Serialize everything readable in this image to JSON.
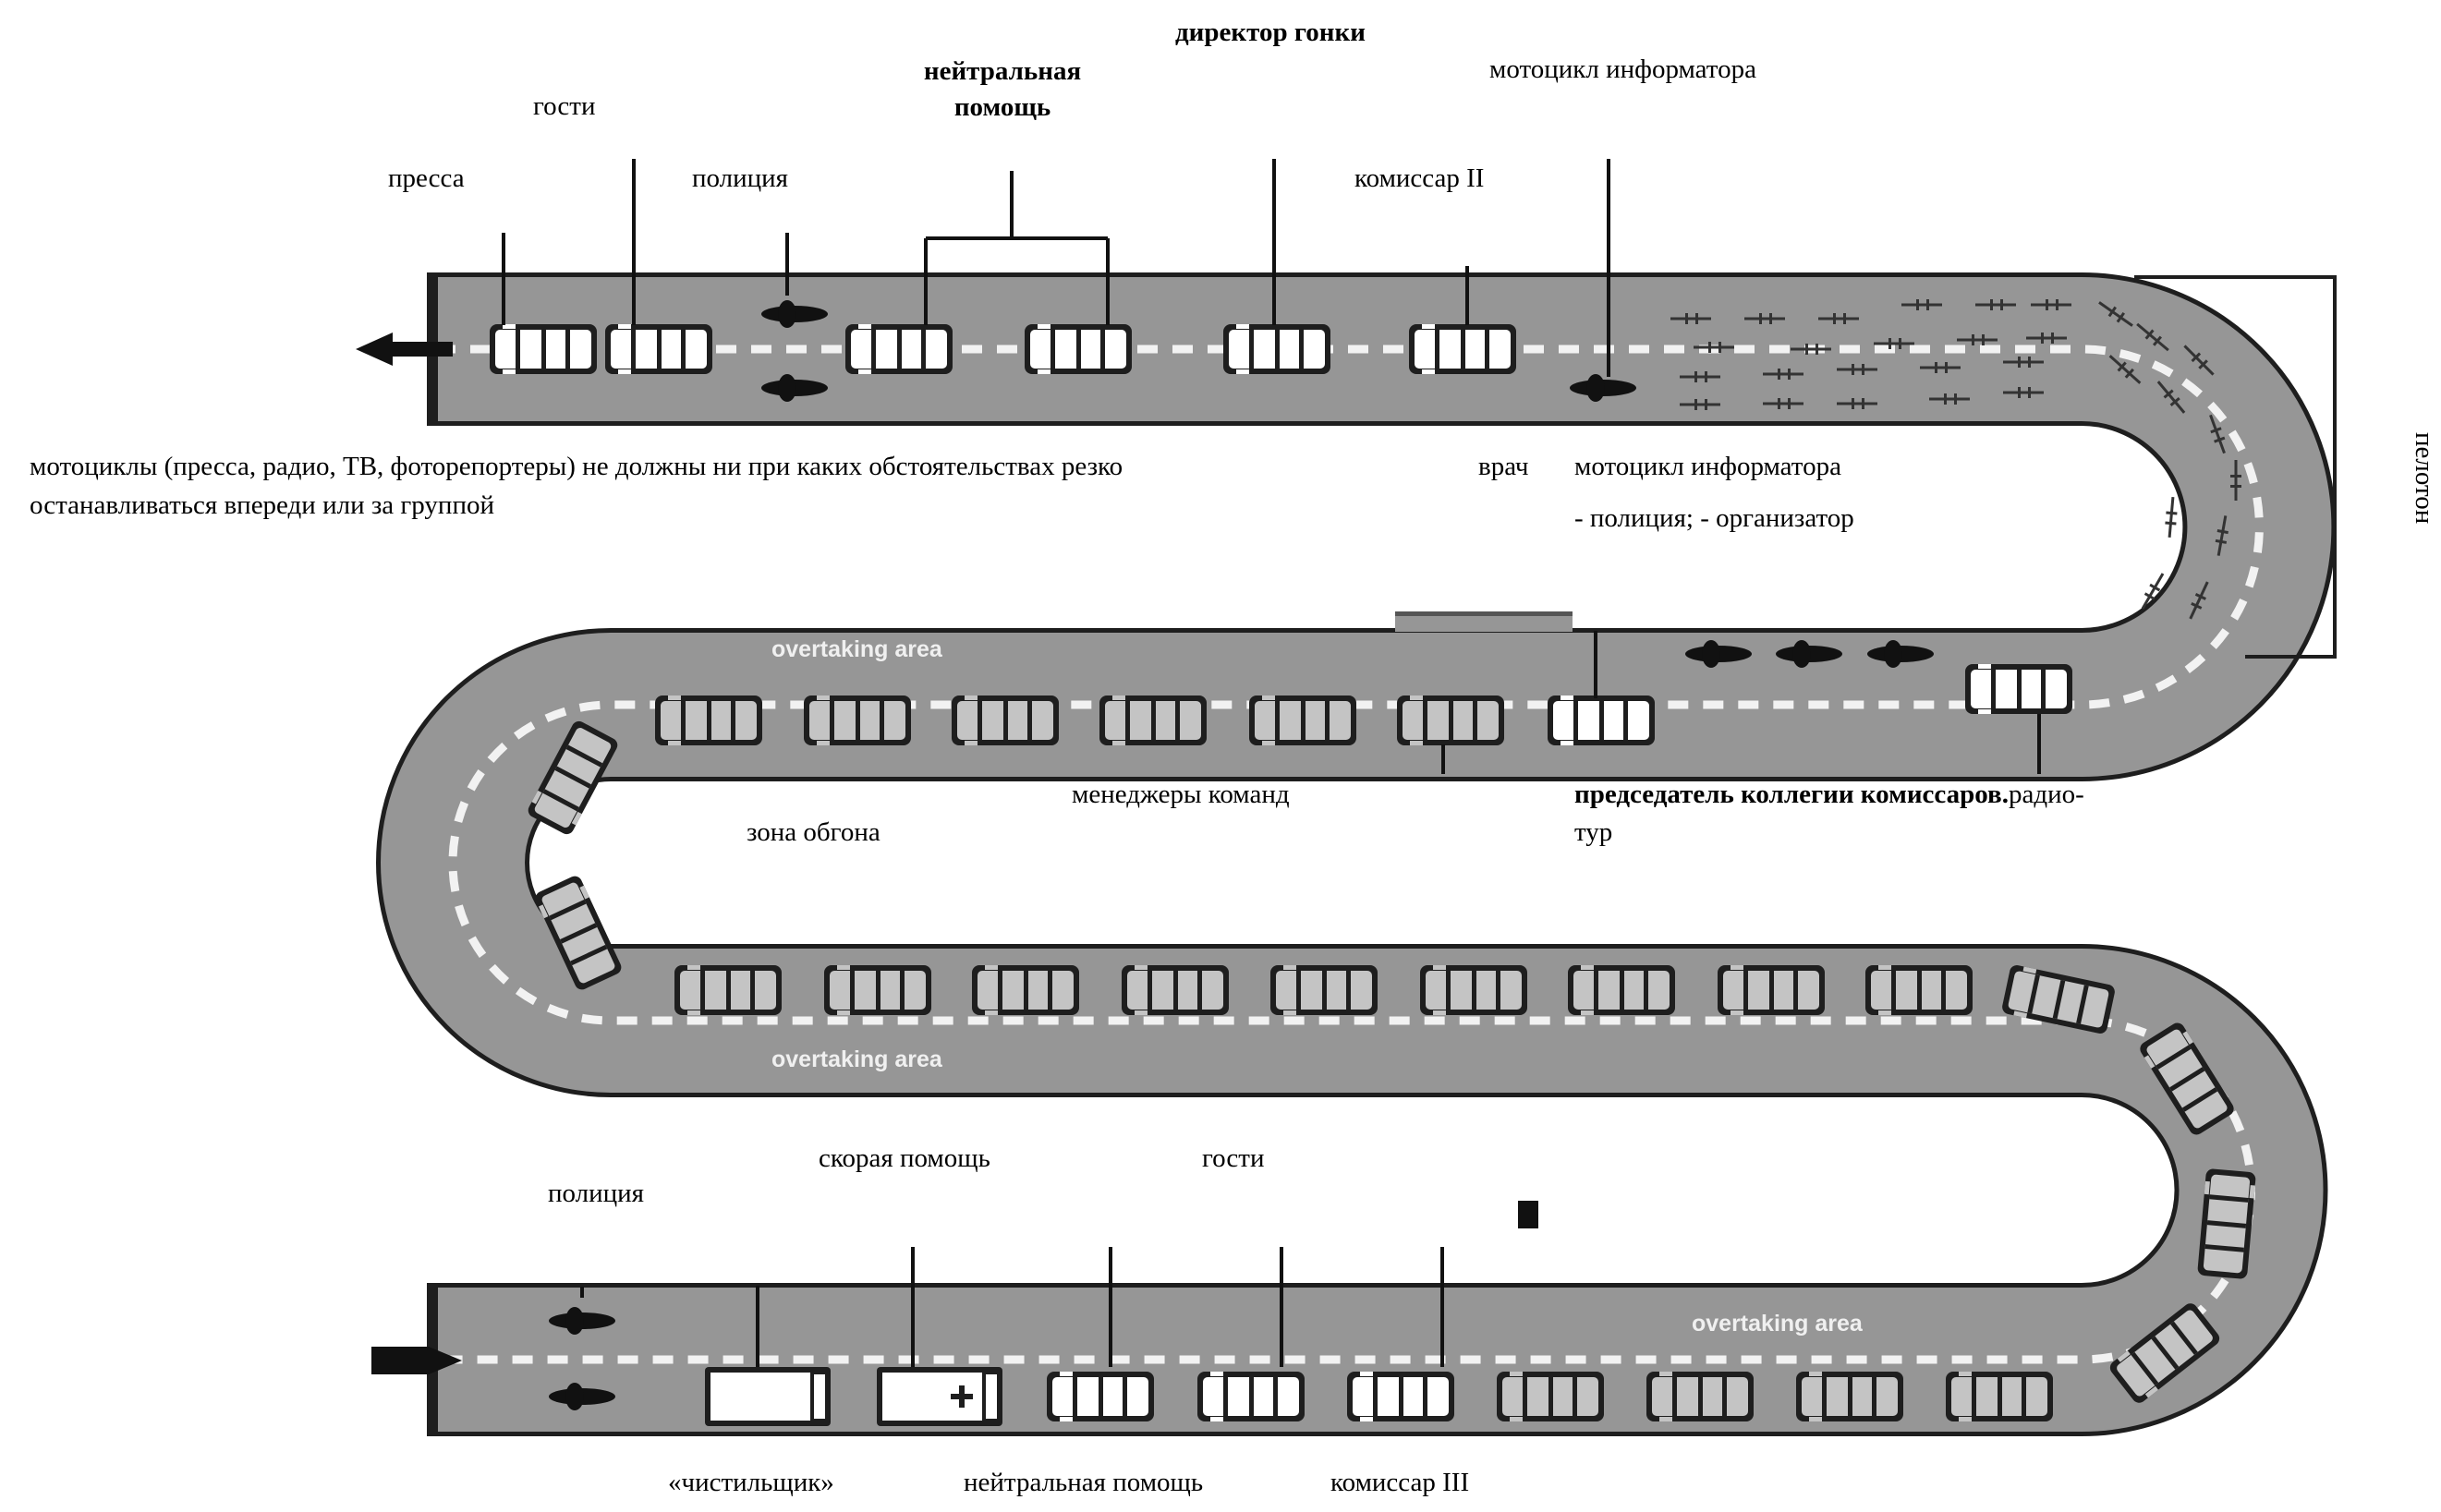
{
  "title": "Схема движения колонны сопровождения велогонки",
  "colors": {
    "road": "#969696",
    "road_edge": "#1e1e1e",
    "lane_marking": "#f2f2f2",
    "vehicle_body": "#ffffff",
    "vehicle_team": "#c4c4c4",
    "ink": "#111111"
  },
  "top_labels": {
    "race_director": "директор гонки",
    "neutral_assistance": "нейтральная помощь",
    "info_moto_top": "мотоцикл информатора",
    "guests_top": "гости",
    "press": "пресса",
    "police_top": "полиция",
    "commissaire_2": "комиссар II"
  },
  "middle_labels": {
    "moto_rule_line1": "мотоциклы (пресса, радио, ТВ, фоторепортеры) не должны  ни при каких обстоятельствах резко",
    "moto_rule_line2": "останавливаться впереди или за группой",
    "doctor": "врач",
    "info_moto_mid": "мотоцикл информатора",
    "police_organizer": "- полиция; - организатор",
    "peloton": "пелотон",
    "team_managers": "менеджеры команд",
    "overtaking_zone": "зона  обгона",
    "jury_president_bold": "председатель коллегии комиссаров.",
    "radio_tour": "радио-",
    "radio_tour_2": "тур"
  },
  "bottom_labels": {
    "police_bottom": "полиция",
    "ambulance": "скорая помощь",
    "guests_bottom": "гости",
    "broom_wagon": "«чистильщик»",
    "neutral_assistance_bottom": "нейтральная помощь",
    "commissaire_3": "комиссар III"
  },
  "road_labels": [
    "overtaking area",
    "overtaking area",
    "overtaking area"
  ],
  "vehicles": {
    "top_row": [
      "пресса",
      "гости",
      "нейтральная помощь",
      "нейтральная помощь",
      "директор гонки",
      "комиссар II"
    ],
    "middle_row_count": 7,
    "lower_middle_row_count": 10,
    "bottom_row": [
      "«чистильщик»",
      "скорая помощь",
      "нейтральная помощь",
      "гости",
      "комиссар III",
      "car",
      "car",
      "car",
      "car"
    ]
  }
}
